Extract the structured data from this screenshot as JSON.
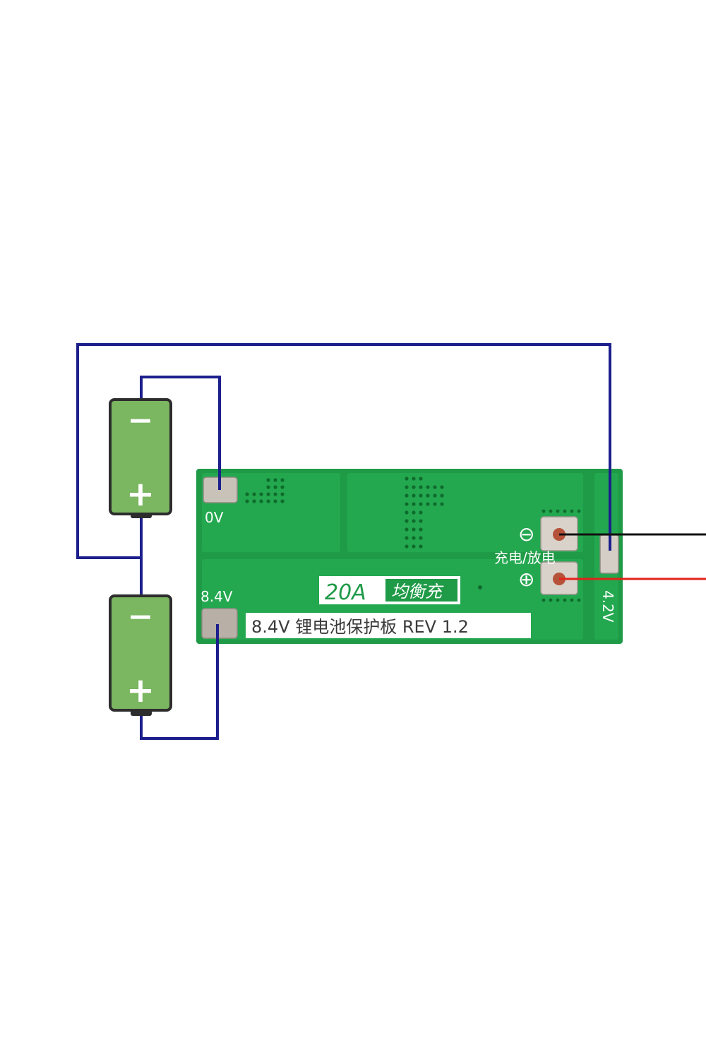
{
  "colors": {
    "background": "#ffffff",
    "wire_blue": "#1c1f8c",
    "wire_black": "#111111",
    "wire_red": "#e2231a",
    "pcb_green": "#1f9a47",
    "pcb_green_dark": "#17833a",
    "battery_green": "#7bb661",
    "battery_border": "#2d2d2d",
    "pad_silver": "#c9c2b8",
    "pad_copper": "#b5523a"
  },
  "batteries": [
    {
      "minus_sign": "−",
      "plus_sign": "+"
    },
    {
      "minus_sign": "−",
      "plus_sign": "+"
    }
  ],
  "board": {
    "pad_label_0v": "0V",
    "pad_label_8v4": "8.4V",
    "pad_label_4v2": "4.2V",
    "current_rating": "20A",
    "balance_label": "均衡充",
    "charge_discharge_label": "充电/放电",
    "minus_symbol": "⊖",
    "plus_symbol": "⊕",
    "board_title": "8.4V 锂电池保护板 REV 1.2"
  }
}
